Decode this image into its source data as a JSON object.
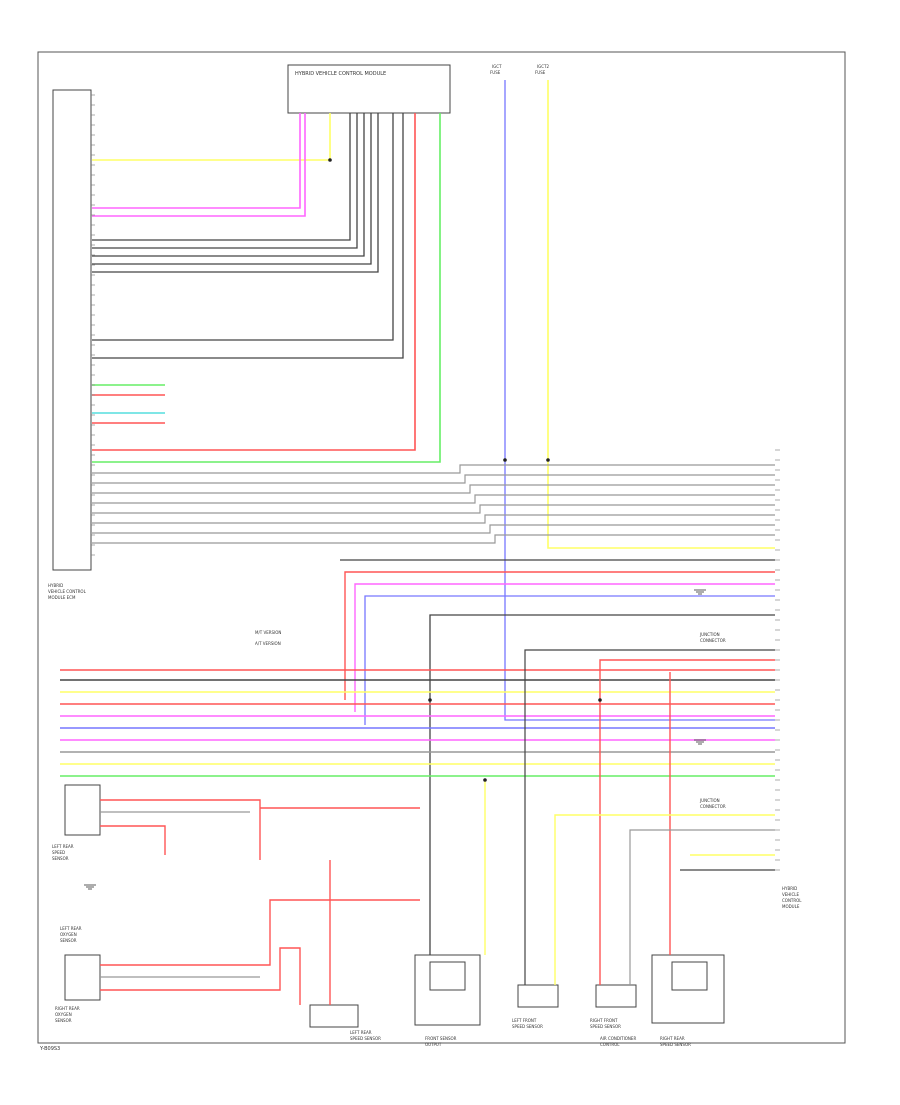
{
  "page_label": "Y-B09S3",
  "top_module": {
    "label": "HYBRID VEHICLE CONTROL MODULE"
  },
  "left_module": {
    "label": [
      "HYBRID",
      "VEHICLE CONTROL",
      "MODULE ECM"
    ]
  },
  "right_module": {
    "label": [
      "HYBRID",
      "VEHICLE",
      "CONTROL",
      "MODULE"
    ]
  },
  "fuses": [
    {
      "label": [
        "IGCT",
        "FUSE"
      ]
    },
    {
      "label": [
        "IGCT2",
        "FUSE"
      ]
    }
  ],
  "legend": [
    {
      "key": "1",
      "text": "M/T VERSION"
    },
    {
      "key": "2",
      "text": "A/T VERSION"
    }
  ],
  "bottom_components": [
    {
      "label": [
        "FRONT SENSOR",
        "OUTPUT"
      ]
    },
    {
      "label": [
        "LEFT FRONT",
        "SPEED SENSOR"
      ]
    },
    {
      "label": [
        "RIGHT FRONT",
        "SPEED SENSOR"
      ]
    },
    {
      "label": [
        "LEFT REAR",
        "SPEED SENSOR"
      ]
    },
    {
      "label": [
        "RIGHT REAR",
        "SPEED SENSOR"
      ]
    },
    {
      "label": [
        "AIR CONDITIONER",
        "CONTROL"
      ]
    }
  ],
  "left_sensors": [
    {
      "label": [
        "LEFT REAR",
        "SPEED",
        "SENSOR"
      ]
    },
    {
      "label": [
        "LEFT REAR",
        "OXYGEN",
        "SENSOR"
      ]
    },
    {
      "label": [
        "RIGHT REAR",
        "OXYGEN",
        "SENSOR"
      ]
    }
  ],
  "connectors": [
    {
      "label": [
        "JUNCTION",
        "CONNECTOR"
      ]
    },
    {
      "label": [
        "JUNCTION",
        "CONNECTOR"
      ]
    }
  ],
  "wire_colors": {
    "yellow": "#ffff66",
    "pink": "#ff66ff",
    "red": "#ff5555",
    "green": "#66ee66",
    "cyan": "#55dddd",
    "blue": "#7777ff",
    "gray": "#999999",
    "dark": "#444444",
    "black": "#222222"
  },
  "icons": [
    "ground-icon",
    "splice-icon"
  ]
}
